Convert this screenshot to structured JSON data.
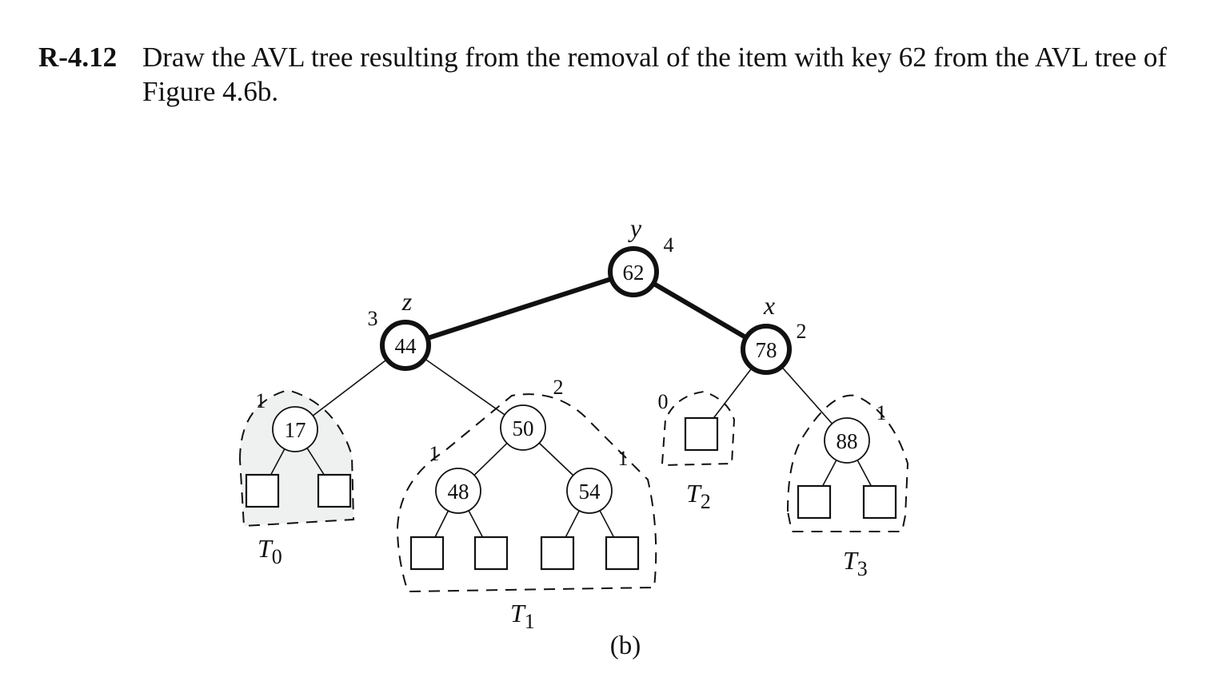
{
  "problem": {
    "id": "R-4.12",
    "text": "Draw the AVL tree resulting from the removal of the item with key 62 from the AVL tree of Figure 4.6b."
  },
  "figure": {
    "caption": "(b)",
    "nodes": [
      {
        "key": "62",
        "name": "node-62",
        "var": "y",
        "height": "4",
        "bold": true
      },
      {
        "key": "44",
        "name": "node-44",
        "var": "z",
        "height": "3",
        "bold": true
      },
      {
        "key": "78",
        "name": "node-78",
        "var": "x",
        "height": "2",
        "bold": true
      },
      {
        "key": "17",
        "name": "node-17",
        "height": "1"
      },
      {
        "key": "50",
        "name": "node-50",
        "height": "2"
      },
      {
        "key": "48",
        "name": "node-48",
        "height": "1"
      },
      {
        "key": "54",
        "name": "node-54",
        "height": "1"
      },
      {
        "key": "88",
        "name": "node-88",
        "height": "1"
      }
    ],
    "external_heights": {
      "t2": "0"
    },
    "subtrees": [
      {
        "name": "subtree-t0",
        "label": "T",
        "index": "0"
      },
      {
        "name": "subtree-t1",
        "label": "T",
        "index": "1"
      },
      {
        "name": "subtree-t2",
        "label": "T",
        "index": "2"
      },
      {
        "name": "subtree-t3",
        "label": "T",
        "index": "3"
      }
    ]
  }
}
